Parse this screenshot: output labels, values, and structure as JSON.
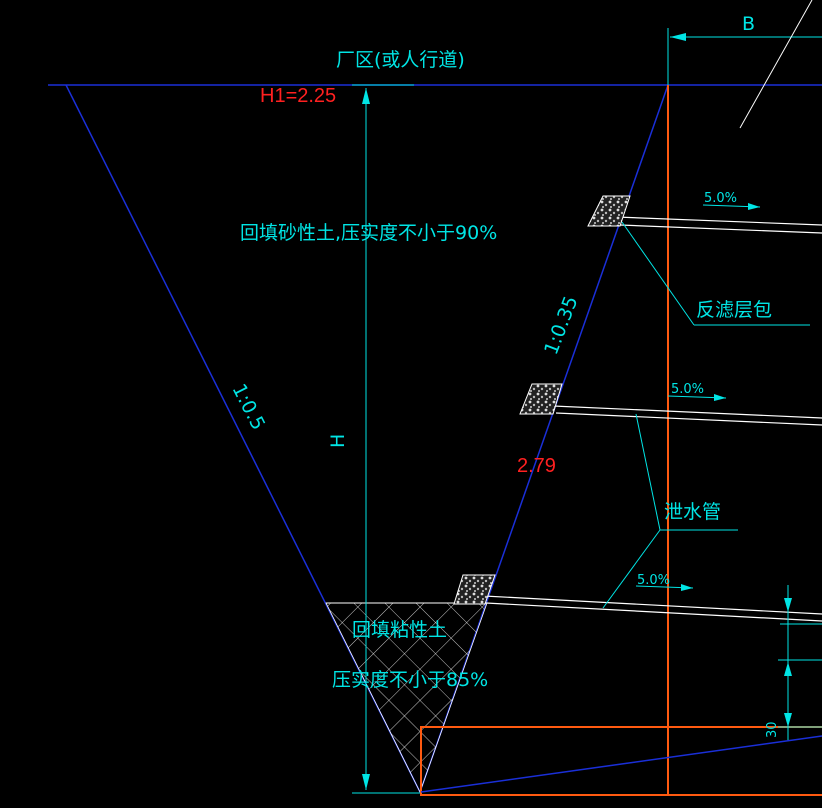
{
  "labels": {
    "plant_area": "厂区(或人行道)",
    "h1_value": "H1=2.25",
    "backfill_sandy": "回填砂性土,压实度不小于90%",
    "slope_left": "1:0.5",
    "slope_right": "1:0.35",
    "h_label": "H",
    "dim_279": "2.79",
    "b_label": "B",
    "filter_pack": "反滤层包",
    "drain_pipe": "泄水管",
    "slope_pct_1": "5.0%",
    "slope_pct_2": "5.0%",
    "slope_pct_3": "5.0%",
    "backfill_clay_1": "回填粘性土",
    "backfill_clay_2": "压实度不小于85%",
    "dim_30": "30"
  },
  "colors": {
    "background": "#000000",
    "blue_lines": "#1a2fd8",
    "cyan_text": "#00e5e5",
    "red_text": "#ff2020",
    "orange_lines": "#ff5a10",
    "white_lines": "#ffffff"
  }
}
